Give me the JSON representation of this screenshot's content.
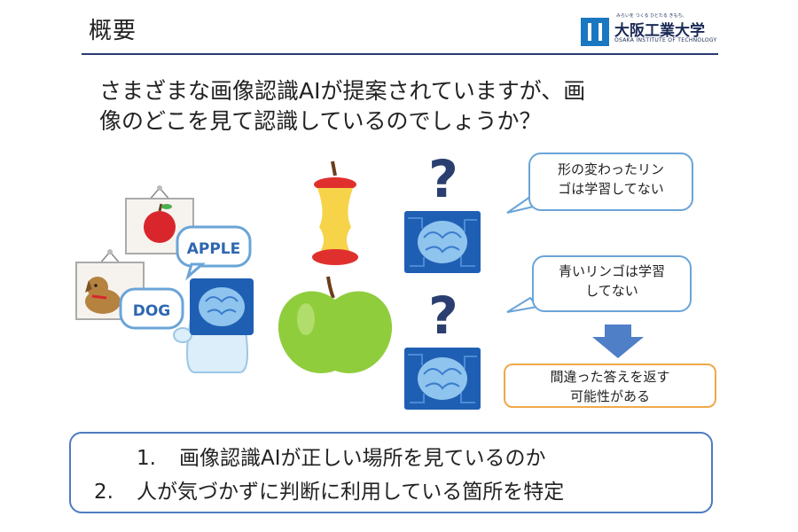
{
  "header": {
    "title": "概要",
    "logo_name": "大阪工業大学",
    "logo_sub": "OSAKA INSTITUTE OF TECHNOLOGY",
    "logo_tagline": "みらいを つくる ひとたる きもち。"
  },
  "intro": {
    "line1": "さまざまな画像認識AIが提案されていますが、画",
    "line2": "像のどこを見て認識しているのでしょうか？"
  },
  "illustration": {
    "apple_label": "APPLE",
    "dog_label": "DOG",
    "question_mark": "?"
  },
  "bubbles": {
    "shape_line1": "形の変わったリン",
    "shape_line2": "ゴは学習してない",
    "green_line1": "青いリンゴは学習",
    "green_line2": "してない"
  },
  "result": {
    "line1": "間違った答えを返す",
    "line2": "可能性がある"
  },
  "summary": {
    "items": [
      {
        "num": "1.",
        "text": "画像認識AIが正しい場所を見ているのか"
      },
      {
        "num": "2.",
        "text": "人が気づかずに判断に利用している箇所を特定"
      }
    ]
  },
  "colors": {
    "accent": "#2b3a6e",
    "bubble_border": "#6aa4d8",
    "result_border": "#f0a84a",
    "summary_border": "#4c7cc0",
    "arrow": "#4f7fc7"
  }
}
